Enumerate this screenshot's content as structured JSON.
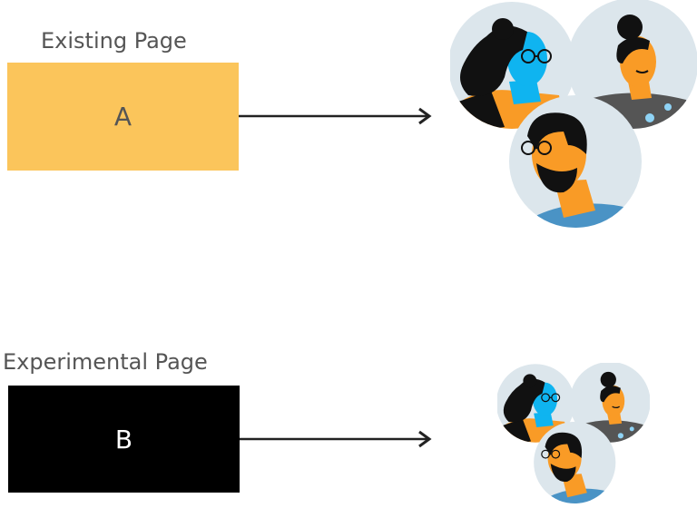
{
  "variant_a": {
    "heading": "Existing Page",
    "box_letter": "A",
    "box_color": "#FBC55B",
    "letter_color": "#555555"
  },
  "variant_b": {
    "heading": "Experimental Page",
    "box_letter": "B",
    "box_color": "#000000",
    "letter_color": "#ffffff"
  },
  "colors": {
    "label_text": "#555555",
    "arrow": "#222222",
    "circle_bg": "#DCE6EC",
    "skin_orange": "#F99B26",
    "skin_blue": "#0FB4F0",
    "hair": "#111111",
    "shirt_blue": "#4A93C5",
    "shirt_gray": "#555555"
  },
  "illustration": {
    "group_a": "audience-group-large",
    "group_b": "audience-group-small",
    "people_icons": [
      "woman-with-glasses-icon",
      "man-with-bun-icon",
      "bearded-man-with-glasses-icon"
    ]
  }
}
